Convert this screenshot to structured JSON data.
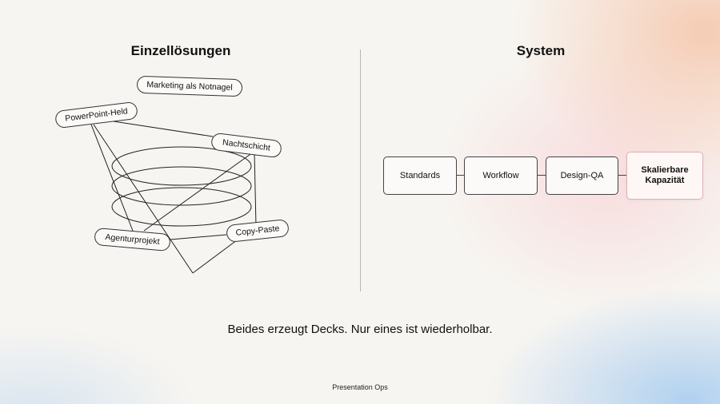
{
  "left_panel": {
    "title": "Einzellösungen",
    "labels": {
      "marketing": "Marketing als Notnagel",
      "powerpoint": "PowerPoint-Held",
      "nachtschicht": "Nachtschicht",
      "agentur": "Agenturprojekt",
      "copypaste": "Copy-Paste"
    }
  },
  "right_panel": {
    "title": "System",
    "steps": [
      "Standards",
      "Workflow",
      "Design-QA",
      "Skalierbare Kapazität"
    ]
  },
  "caption": "Beides erzeugt Decks. Nur eines ist wiederholbar.",
  "footer": "Presentation Ops",
  "colors": {
    "background": "#f7f5f1",
    "accent_peach": "#f6bea0",
    "accent_blue": "#a0c8f0"
  }
}
